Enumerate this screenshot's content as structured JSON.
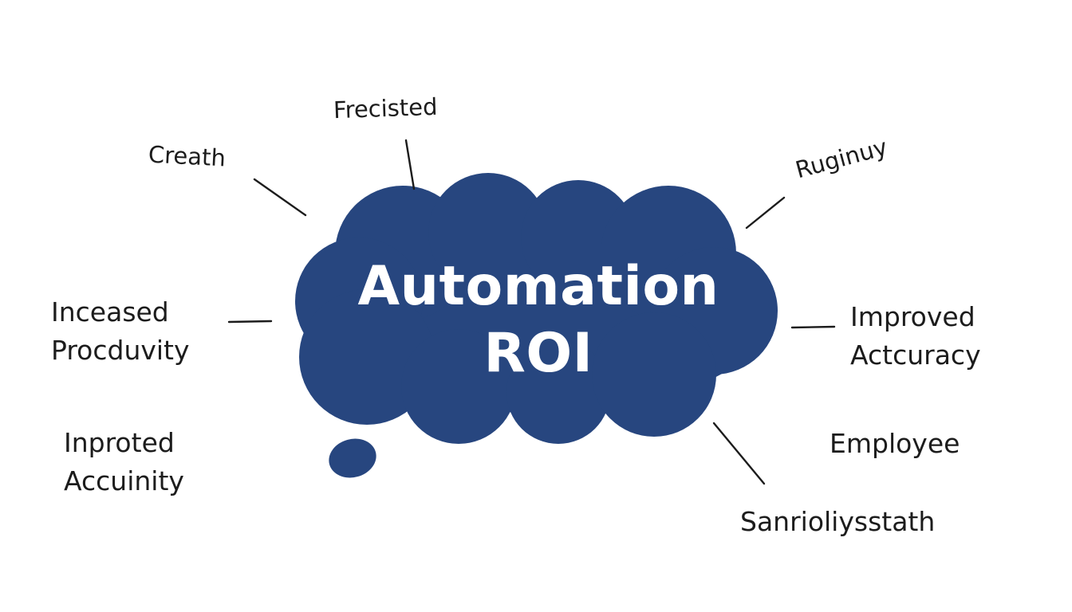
{
  "diagram": {
    "center": {
      "line1": "Automation",
      "line2": "ROI",
      "fill_color": "#27467f"
    },
    "nodes": [
      {
        "id": "freciste",
        "lines": [
          "Frecisted"
        ]
      },
      {
        "id": "creath",
        "lines": [
          "Creath"
        ]
      },
      {
        "id": "ruginuy",
        "lines": [
          "Ruginuy"
        ]
      },
      {
        "id": "inceased",
        "lines": [
          "Inceased",
          "Procduvity"
        ]
      },
      {
        "id": "improved",
        "lines": [
          "Improved",
          "Actcuracy"
        ]
      },
      {
        "id": "inproted",
        "lines": [
          "Inproted",
          "Accuinity"
        ]
      },
      {
        "id": "employee",
        "lines": [
          "Employee"
        ]
      },
      {
        "id": "sanrioli",
        "lines": [
          "Sanrioliysstath"
        ]
      }
    ],
    "connector_color": "#1c1c1c"
  }
}
